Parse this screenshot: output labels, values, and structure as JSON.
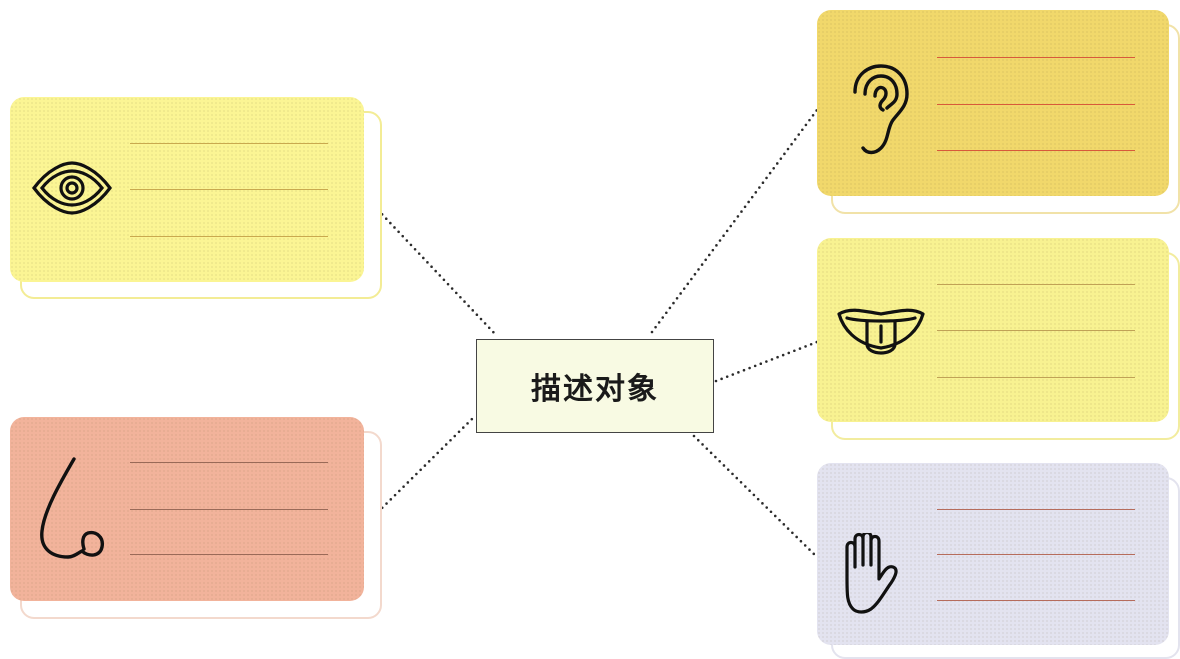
{
  "center": {
    "label": "描述对象",
    "color": "#f8fae3"
  },
  "cards": [
    {
      "id": "eye",
      "icon": "eye-icon",
      "color": "#fbf594",
      "shadow_border": "#f3ec95",
      "line_color": "#c9a94e"
    },
    {
      "id": "nose",
      "icon": "nose-icon",
      "color": "#f2b39b",
      "shadow_border": "#f3d9cd",
      "line_color": "#9a6a58"
    },
    {
      "id": "ear",
      "icon": "ear-icon",
      "color": "#f1d86b",
      "shadow_border": "#f1e2a8",
      "line_color": "#d85a3a"
    },
    {
      "id": "tongue",
      "icon": "mouth-icon",
      "color": "#f8f291",
      "shadow_border": "#f2ec9e",
      "line_color": "#c0a256"
    },
    {
      "id": "hand",
      "icon": "hand-icon",
      "color": "#e3e3f0",
      "shadow_border": "#e3e3ee",
      "line_color": "#b66c5c"
    }
  ]
}
